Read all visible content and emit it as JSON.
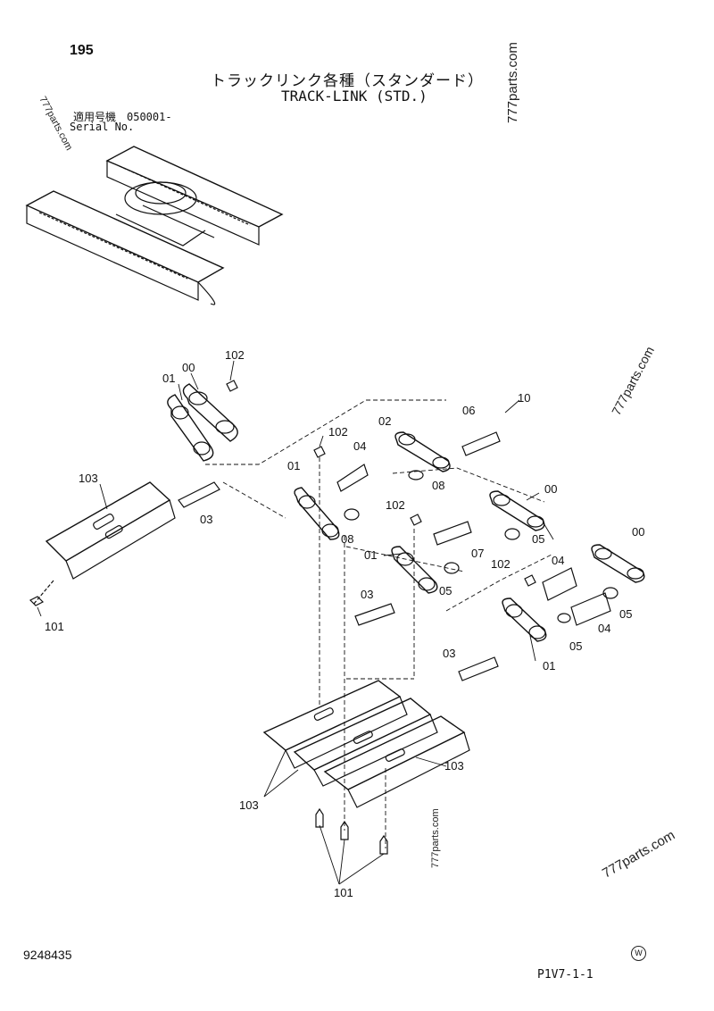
{
  "page_number": "195",
  "title_jp": "トラックリンク各種（スタンダード）",
  "title_en": "TRACK-LINK (STD.)",
  "serial_jp": "適用号機　050001-",
  "serial_en": "Serial No.",
  "watermark": "777parts.com",
  "document_number": "9248435",
  "sheet_code": "P1V7-1-1",
  "w_mark": "W",
  "callouts": {
    "c00a": "00",
    "c01a": "01",
    "c102a": "102",
    "c103a": "103",
    "c03a": "03",
    "c101a": "101",
    "c02": "02",
    "c06": "06",
    "c10": "10",
    "c102b": "102",
    "c04a": "04",
    "c01b": "01",
    "c08a": "08",
    "c08b": "08",
    "c00b": "00",
    "c102c": "102",
    "c07": "07",
    "c05a": "05",
    "c01c": "01",
    "c05b": "05",
    "c03b": "03",
    "c00c": "00",
    "c102d": "102",
    "c04b": "04",
    "c05c": "05",
    "c05d": "05",
    "c04c": "04",
    "c03c": "03",
    "c01d": "01",
    "c103b": "103",
    "c103c": "103",
    "c101b": "101"
  }
}
